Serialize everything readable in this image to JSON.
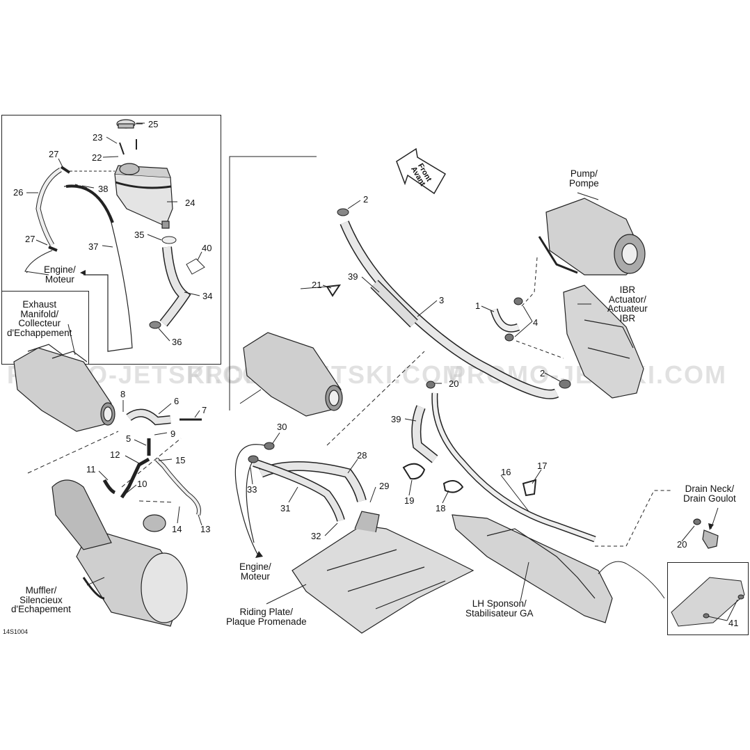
{
  "figure_code": "14S1004",
  "watermark": "PROMO-JETSKI.COM",
  "colors": {
    "ink": "#111111",
    "part_fill": "#d9d9d9",
    "part_dark": "#8a8a8a",
    "watermark": "#c8c8c8"
  },
  "labels": {
    "front": "Front\nAvant",
    "pump": "Pump/\nPompe",
    "ibr": "IBR\nActuator/\nActuateur\nIBR",
    "exhaust": "Exhaust\nManifold/\nCollecteur\nd'Echappement",
    "engine_top": "Engine/\nMoteur",
    "engine_bottom": "Engine/\nMoteur",
    "muffler": "Muffler/\nSilencieux\nd'Echapement",
    "riding_plate": "Riding Plate/\nPlaque Promenade",
    "sponson": "LH Sponson/\nStabilisateur GA",
    "drain": "Drain Neck/\nDrain Goulot"
  },
  "part_numbers": {
    "n25": "25",
    "n23": "23",
    "n22": "22",
    "n27a": "27",
    "n26": "26",
    "n38": "38",
    "n24": "24",
    "n35": "35",
    "n40": "40",
    "n37": "37",
    "n27b": "27",
    "n34": "34",
    "n36": "36",
    "n2a": "2",
    "n21": "21",
    "n39a": "39",
    "n3": "3",
    "n1": "1",
    "n4": "4",
    "n2b": "2",
    "n8": "8",
    "n6": "6",
    "n7": "7",
    "n9": "9",
    "n5": "5",
    "n12": "12",
    "n15": "15",
    "n11": "11",
    "n10": "10",
    "n14": "14",
    "n13": "13",
    "n20a": "20",
    "n39b": "39",
    "n30": "30",
    "n28": "28",
    "n33": "33",
    "n29": "29",
    "n31": "31",
    "n32": "32",
    "n19": "19",
    "n18": "18",
    "n16": "16",
    "n17": "17",
    "n20b": "20",
    "n41": "41"
  }
}
